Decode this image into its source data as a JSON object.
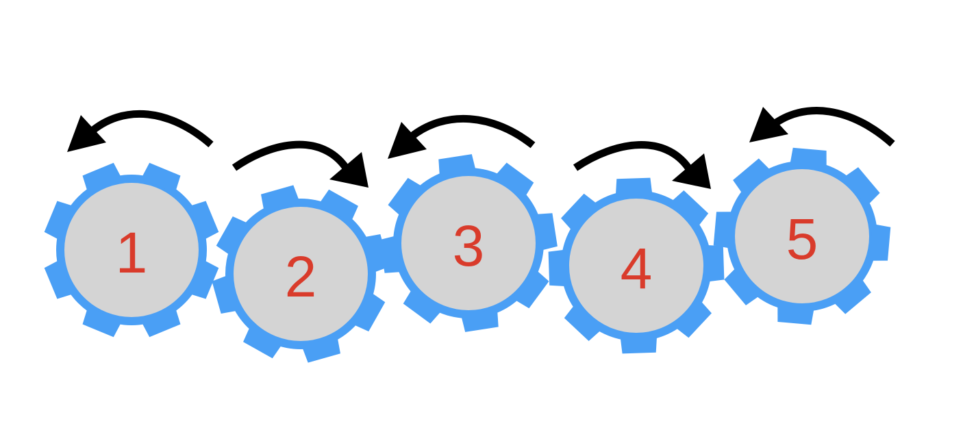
{
  "gears": [
    {
      "label": "1",
      "rotation": "counterclockwise"
    },
    {
      "label": "2",
      "rotation": "clockwise"
    },
    {
      "label": "3",
      "rotation": "counterclockwise"
    },
    {
      "label": "4",
      "rotation": "clockwise"
    },
    {
      "label": "5",
      "rotation": "counterclockwise"
    }
  ],
  "colors": {
    "gear_teeth": "#4a9ff5",
    "gear_face": "#d4d4d4",
    "label": "#d93b2b",
    "arrow": "#000000",
    "background": "#ffffff"
  }
}
